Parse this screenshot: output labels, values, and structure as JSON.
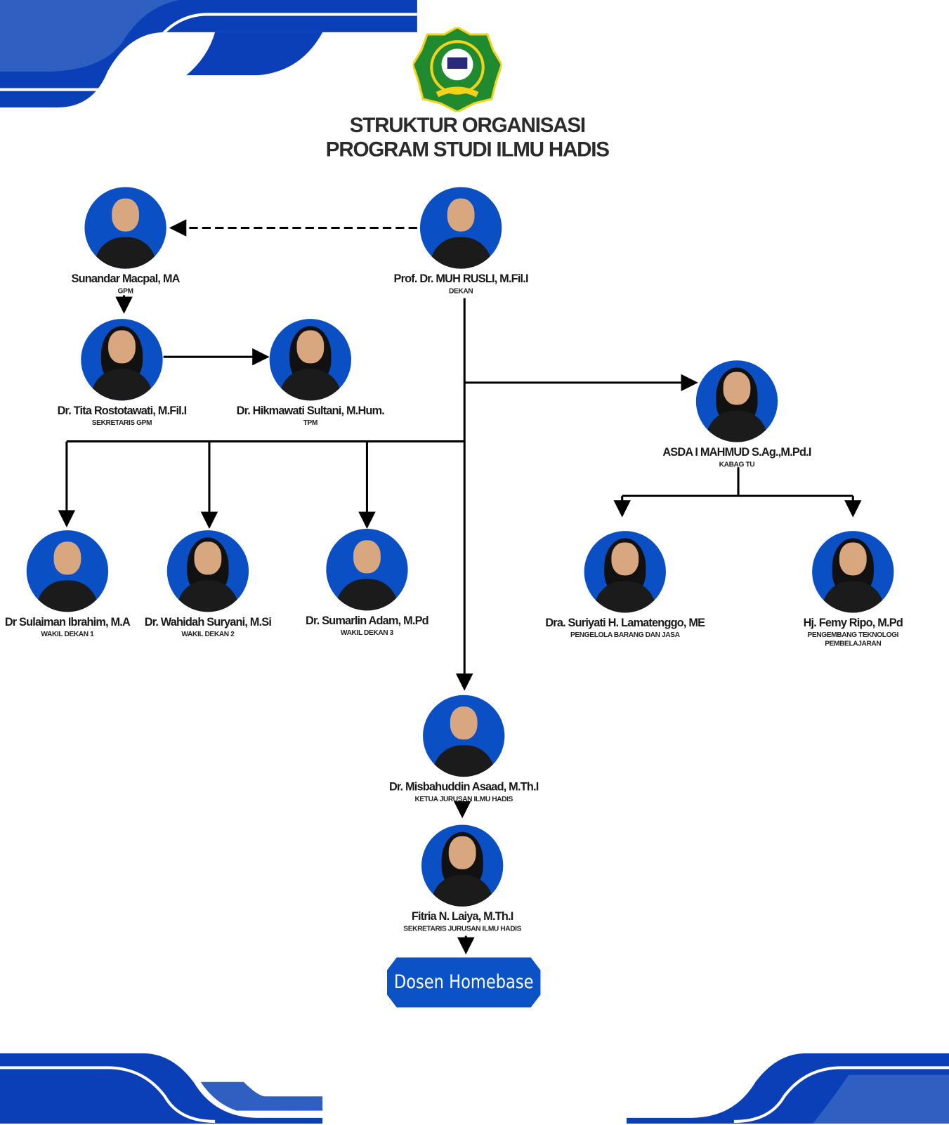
{
  "title": {
    "line1": "STRUKTUR ORGANISASI",
    "line2": "PROGRAM STUDI ILMU HADIS"
  },
  "nodes": [
    {
      "id": "sunandar",
      "name": "Sunandar Macpal, MA",
      "role": "GPM"
    },
    {
      "id": "rusli",
      "name": "Prof. Dr. MUH RUSLI, M.Fil.I",
      "role": "DEKAN"
    },
    {
      "id": "tita",
      "name": "Dr. Tita Rostotawati, M.Fil.I",
      "role": "SEKRETARIS GPM"
    },
    {
      "id": "hikmawati",
      "name": "Dr. Hikmawati Sultani, M.Hum.",
      "role": "TPM"
    },
    {
      "id": "asda",
      "name": "ASDA I MAHMUD S.Ag.,M.Pd.I",
      "role": "KABAG TU"
    },
    {
      "id": "sulaiman",
      "name": "Dr Sulaiman Ibrahim, M.A",
      "role": "WAKIL DEKAN 1"
    },
    {
      "id": "wahidah",
      "name": "Dr. Wahidah Suryani, M.Si",
      "role": "WAKIL DEKAN 2"
    },
    {
      "id": "sumarlin",
      "name": "Dr. Sumarlin Adam, M.Pd",
      "role": "WAKIL DEKAN 3"
    },
    {
      "id": "suriyati",
      "name": "Dra. Suriyati H. Lamatenggo, ME",
      "role": "PENGELOLA BARANG DAN JASA"
    },
    {
      "id": "femy",
      "name": "Hj. Femy Ripo, M.Pd",
      "role": "PENGEMBANG  TEKNOLOGI PEMBELAJARAN"
    },
    {
      "id": "misbahuddin",
      "name": "Dr. Misbahuddin Asaad, M.Th.I",
      "role": "KETUA JURUSAN ILMU HADIS"
    },
    {
      "id": "fitria",
      "name": "Fitria N. Laiya, M.Th.I",
      "role": "SEKRETARIS JURUSAN ILMU HADIS"
    }
  ],
  "homebase_label": "Dosen Homebase",
  "colors": {
    "primary": "#0a52c6",
    "dark_blue": "#0033a8",
    "logo_green": "#1f8a2e"
  }
}
